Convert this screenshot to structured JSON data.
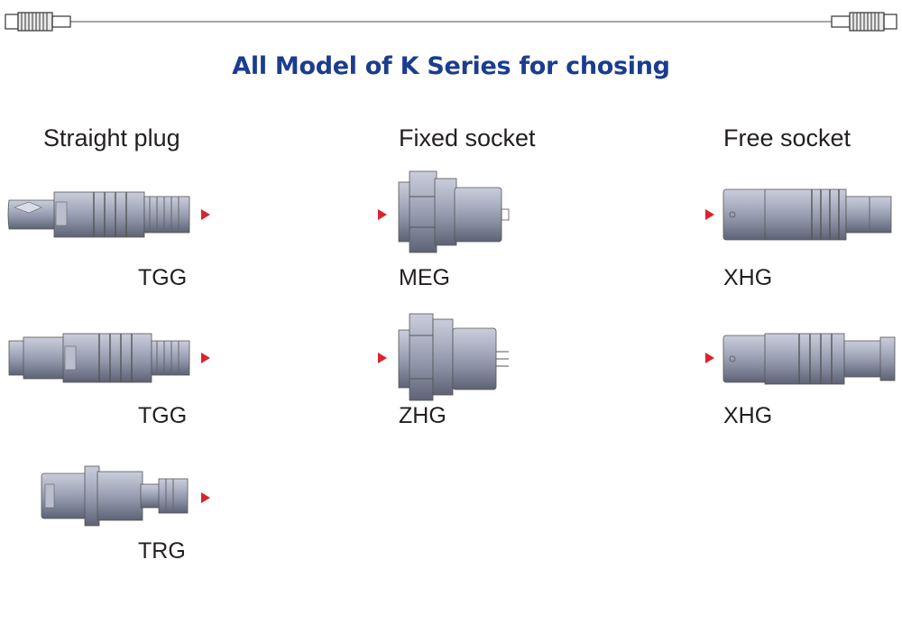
{
  "title": "All Model of K Series for chosing",
  "columns": [
    {
      "heading": "Straight plug",
      "models": [
        "TGG",
        "TGG",
        "TRG"
      ]
    },
    {
      "heading": "Fixed socket",
      "models": [
        "MEG",
        "ZHG"
      ]
    },
    {
      "heading": "Free socket",
      "models": [
        "XHG",
        "XHG"
      ]
    }
  ],
  "colors": {
    "title": "#1b3d8f",
    "arrow": "#d9232d",
    "metal": "#9aa0b4",
    "text": "#231f20"
  },
  "icons": [
    "cable-connector-icon",
    "arrow-right-icon"
  ]
}
